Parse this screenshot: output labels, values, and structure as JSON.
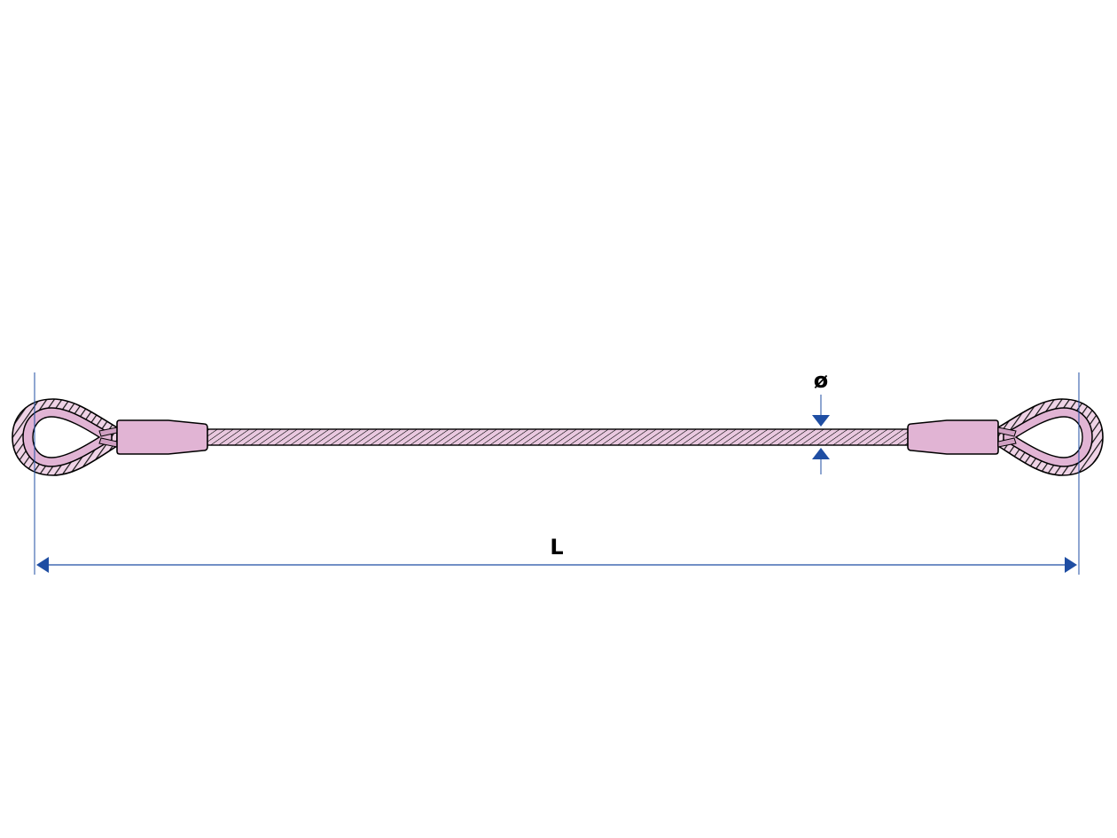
{
  "diagram": {
    "length_label": "L",
    "diameter_label": "ø"
  },
  "colors": {
    "fitting_fill": "#e1b4d4",
    "outline": "#000000",
    "dimension": "#1f4ea3",
    "background": "#ffffff"
  },
  "parts": {
    "end_fittings": [
      "thimble-eye",
      "thimble-eye"
    ],
    "ferrules": 2
  }
}
